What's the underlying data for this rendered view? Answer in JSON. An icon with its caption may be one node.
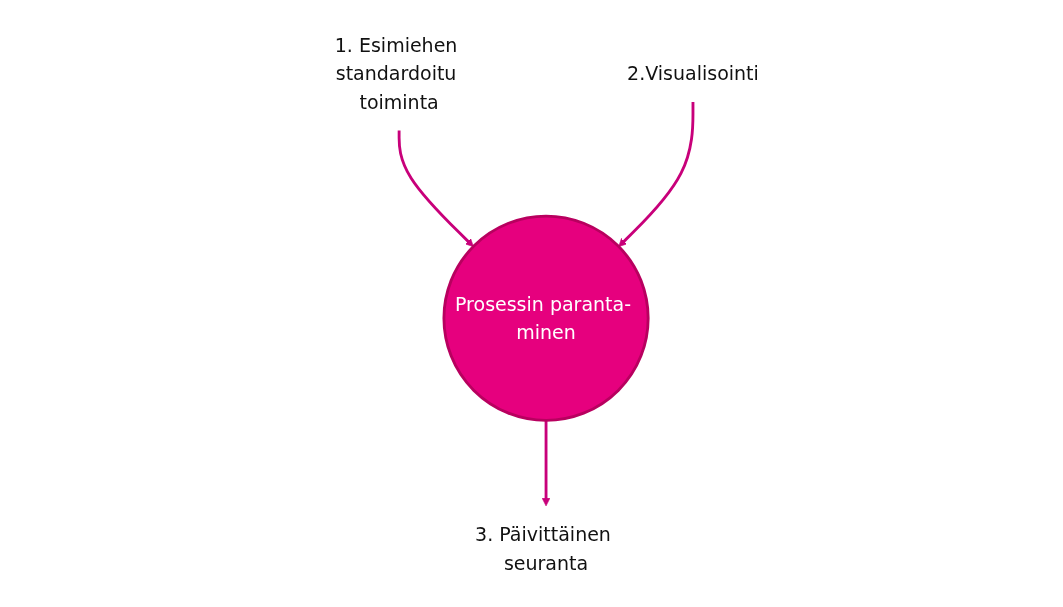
{
  "diagram": {
    "nodes": [
      {
        "text": [
          "Prosessin paranta- minen"
        ]
      },
      {
        "text": [
          "1. Esimiehen standardoitu toiminta"
        ]
      },
      {
        "text": [
          "2.Visualisointi"
        ]
      },
      {
        "text": [
          "3. Päivittäinen seuranta"
        ]
      }
    ],
    "edges": [
      {
        "from": 1,
        "to": 0,
        "arrow": "to"
      },
      {
        "from": 2,
        "to": 0,
        "arrow": "to"
      },
      {
        "from": 0,
        "to": 3,
        "arrow": "to"
      }
    ]
  }
}
